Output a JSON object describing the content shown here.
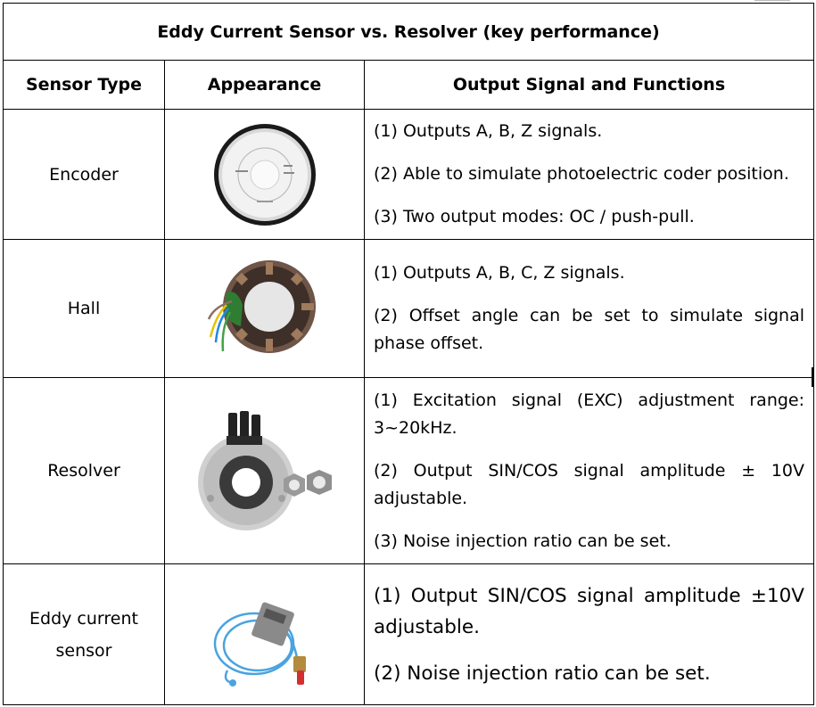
{
  "table": {
    "title": "Eddy Current Sensor vs. Resolver (key performance)",
    "headers": [
      "Sensor Type",
      "Appearance",
      "Output Signal and Functions"
    ],
    "rows": [
      {
        "type": "Encoder",
        "image_icon": "encoder-disc-icon",
        "functions": [
          "(1) Outputs A, B, Z signals.",
          "(2) Able to simulate photoelectric coder position.",
          "(3) Two output modes: OC / push-pull."
        ]
      },
      {
        "type": "Hall",
        "image_icon": "hall-sensor-stator-icon",
        "functions": [
          "(1) Outputs A, B, C, Z signals.",
          "(2) Offset angle can be set to simulate signal phase offset."
        ]
      },
      {
        "type": "Resolver",
        "image_icon": "resolver-icon",
        "functions": [
          "(1) Excitation signal (EXC) adjustment range: 3~20kHz.",
          "(2) Output SIN/COS signal amplitude ± 10V adjustable.",
          "(3) Noise injection ratio can be set."
        ]
      },
      {
        "type": "Eddy current sensor",
        "type_lines": [
          "Eddy current",
          "sensor"
        ],
        "image_icon": "eddy-current-probe-icon",
        "functions": [
          "(1) Output SIN/COS signal amplitude ±10V adjustable.",
          "(2) Noise injection ratio can be set."
        ]
      }
    ]
  }
}
